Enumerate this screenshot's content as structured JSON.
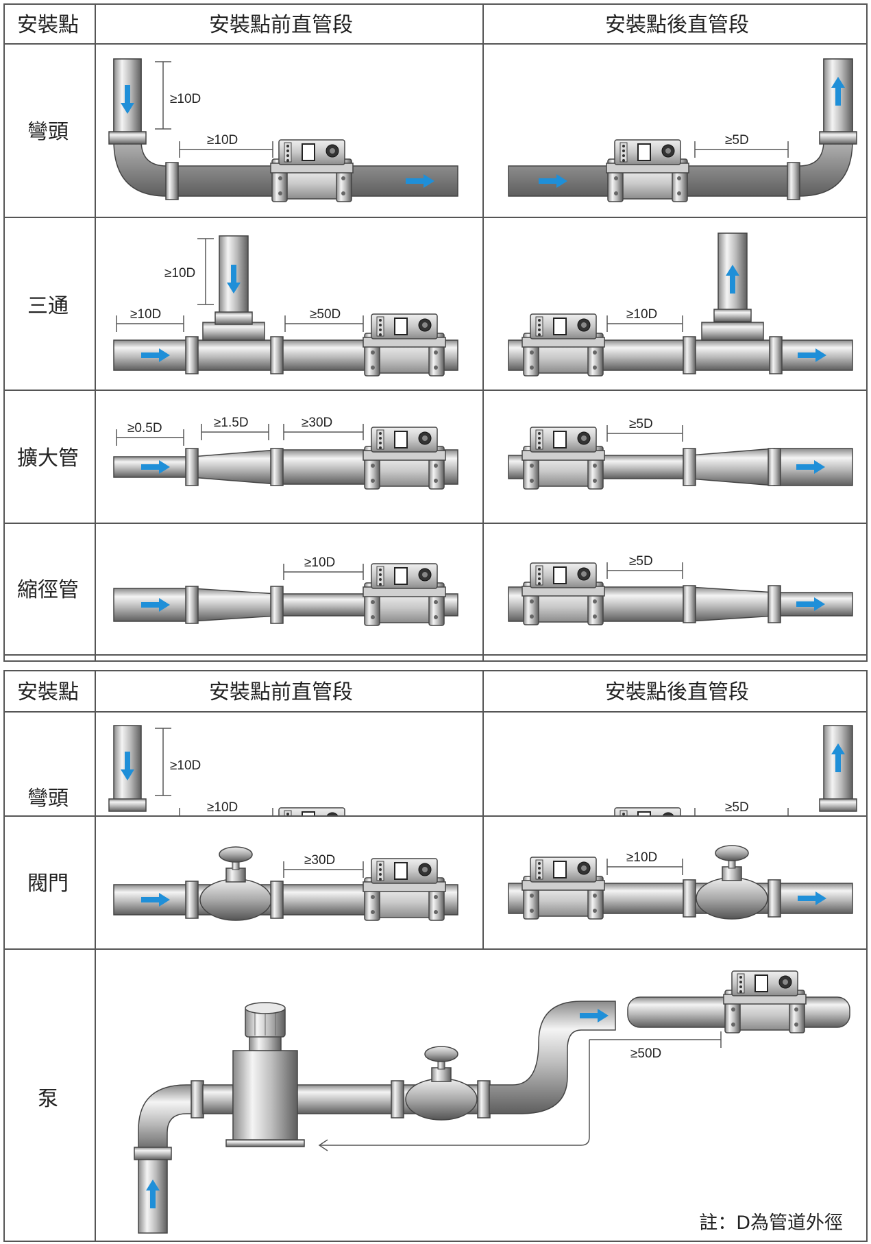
{
  "colors": {
    "arrow": "#1f8fd8",
    "pipe_light": "#f2f2f2",
    "pipe_dark": "#777777",
    "line": "#555555"
  },
  "table1": {
    "headers": [
      "安裝點",
      "安裝點前直管段",
      "安裝點後直管段"
    ],
    "rows": [
      {
        "label": "彎頭",
        "before": [
          "≥10D",
          "≥10D"
        ],
        "after": [
          "≥5D"
        ]
      },
      {
        "label": "三通",
        "before": [
          "≥10D",
          "≥10D",
          "≥50D"
        ],
        "after": [
          "≥10D"
        ]
      },
      {
        "label": "擴大管",
        "before": [
          "≥0.5D",
          "≥1.5D",
          "≥30D"
        ],
        "after": [
          "≥5D"
        ]
      },
      {
        "label": "縮徑管",
        "before": [
          "≥10D"
        ],
        "after": [
          "≥5D"
        ]
      }
    ]
  },
  "table2": {
    "headers": [
      "安裝點",
      "安裝點前直管段",
      "安裝點後直管段"
    ],
    "rows": [
      {
        "label": "彎頭",
        "before": [
          "≥10D",
          "≥10D"
        ],
        "after": [
          "≥5D"
        ]
      },
      {
        "label": "閥門",
        "before": [
          "≥30D"
        ],
        "after": [
          "≥10D"
        ]
      },
      {
        "label": "泵",
        "before": [
          "≥50D"
        ],
        "after": []
      }
    ]
  },
  "note": "註：D為管道外徑"
}
